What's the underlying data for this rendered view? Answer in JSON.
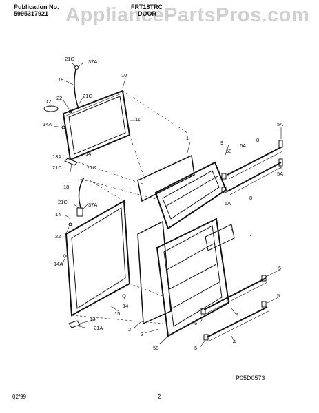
{
  "header": {
    "publication_label": "Publication No.",
    "publication_number": "5995317921",
    "model": "FRT18TRC",
    "section": "DOOR",
    "watermark": "AppliancePartsPros.com"
  },
  "footer": {
    "date": "02/99",
    "page": "2",
    "diagram_code": "P05D0573"
  },
  "callouts": [
    "21C",
    "37A",
    "18",
    "10",
    "22",
    "21C",
    "12",
    "14A",
    "11",
    "13A",
    "14",
    "21C",
    "21C",
    "1",
    "9",
    "58",
    "6A",
    "8",
    "5A",
    "5A",
    "5A",
    "8",
    "18",
    "21C",
    "37A",
    "14",
    "22",
    "7",
    "14A",
    "5",
    "14",
    "4",
    "13",
    "15",
    "21A",
    "5",
    "2",
    "3",
    "4",
    "5",
    "58",
    "5"
  ],
  "colors": {
    "line": "#111111",
    "watermark": "#969696"
  }
}
